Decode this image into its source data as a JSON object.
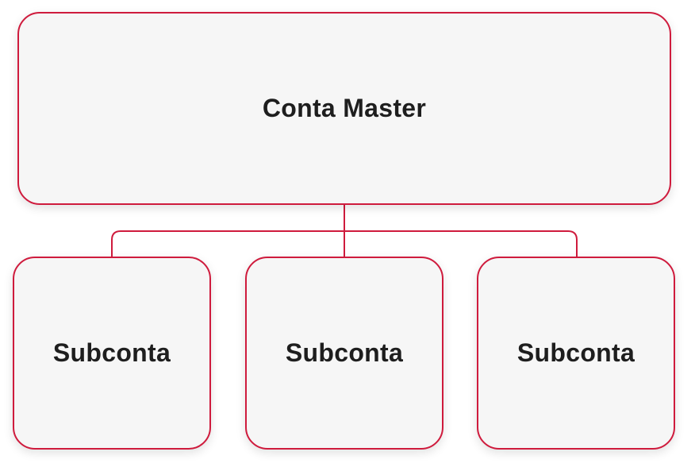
{
  "diagram": {
    "master": {
      "label": "Conta Master"
    },
    "subaccounts": [
      {
        "label": "Subconta"
      },
      {
        "label": "Subconta"
      },
      {
        "label": "Subconta"
      }
    ]
  },
  "colors": {
    "accent": "#cf1b3d",
    "box_fill": "#f6f6f6",
    "text": "#1e1e1e"
  }
}
